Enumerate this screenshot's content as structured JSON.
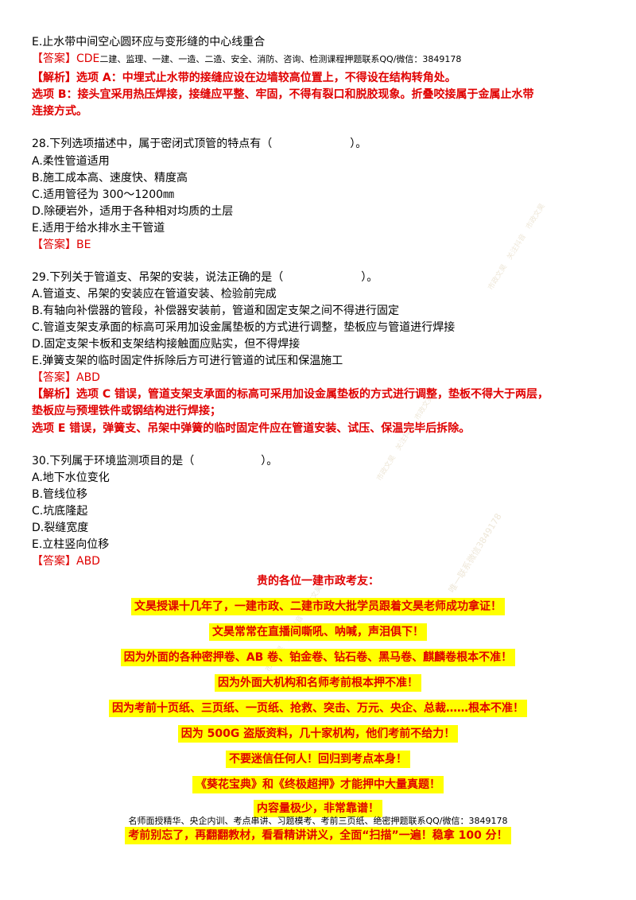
{
  "q27": {
    "option_e": "E.止水带中间空心圆环应与变形缝的中心线重合",
    "answer_label": "【答案】",
    "answer_value": "CDE",
    "answer_note": "二建、监理、一建、一造、二造、安全、消防、咨询、检测课程押题联系QQ/微信：3849178",
    "analysis_1": "【解析】选项 A：中埋式止水带的接缝应设在边墙较高位置上，不得设在结构转角处。",
    "analysis_2": "选项 B：接头宜采用热压焊接，接缝应平整、牢固，不得有裂口和脱胶现象。折叠咬接属于金属止水带",
    "analysis_3": "连接方式。"
  },
  "q28": {
    "stem": "28.下列选项描述中，属于密闭式顶管的特点有（　　　　　　　）。",
    "options": [
      "A.柔性管道适用",
      "B.施工成本高、速度快、精度高",
      "C.适用管径为 300～1200㎜",
      "D.除硬岩外，适用于各种相对均质的土层",
      "E.适用于给水排水主干管道"
    ],
    "answer": "【答案】BE"
  },
  "q29": {
    "stem": "29.下列关于管道支、吊架的安装，说法正确的是（　　　　　　　）。",
    "options": [
      "A.管道支、吊架的安装应在管道安装、检验前完成",
      "B.有轴向补偿器的管段，补偿器安装前，管道和固定支架之间不得进行固定",
      "C.管道支架支承面的标高可采用加设金属垫板的方式进行调整，垫板应与管道进行焊接",
      "D.固定支架卡板和支架结构接触面应贴实，但不得焊接",
      "E.弹簧支架的临时固定件拆除后方可进行管道的试压和保温施工"
    ],
    "answer": "【答案】ABD",
    "analysis_1": "【解析】选项 C 错误，管道支架支承面的标高可采用加设金属垫板的方式进行调整，垫板不得大于两层，",
    "analysis_2": "垫板应与预埋铁件或钢结构进行焊接；",
    "analysis_3": "选项 E 错误，弹簧支、吊架中弹簧的临时固定件应在管道安装、试压、保温完毕后拆除。"
  },
  "q30": {
    "stem": "30.下列属于环境监测项目的是（　　　　　　）。",
    "options": [
      "A.地下水位变化",
      "B.管线位移",
      "C.坑底隆起",
      "D.裂缝宽度",
      "E.立柱竖向位移"
    ],
    "answer": "【答案】ABD"
  },
  "promo": {
    "greeting": "贵的各位一建市政考友：",
    "lines": [
      "文昊授课十几年了，一建市政、二建市政大批学员跟着文昊老师成功拿证！",
      "文昊常常在直播间嘶吼、呐喊，声泪俱下！",
      "因为外面的各种密押卷、AB 卷、铂金卷、钻石卷、黑马卷、麒麟卷根本不准！",
      "因为外面大机构和名师考前根本押不准！",
      "因为考前十页纸、三页纸、一页纸、抢救、突击、万元、央企、总裁……根本不准！",
      "因为 500G 盗版资料，几十家机构，他们考前不给力！",
      "不要迷信任何人！回归到考点本身！",
      "《葵花宝典》和《终极超押》才能押中大量真题！",
      "内容量极少，非常靠谱！"
    ],
    "footer_note": "名师面授精华、央企内训、考点串讲、习题模考、考前三页纸、绝密押题联系QQ/微信：3849178",
    "last_line": "考前别忘了，再翻翻教材，看看精讲讲义，全面“扫描”一遍！稳拿 100 分！"
  },
  "watermark": {
    "text_a": "市政文昊",
    "text_b": "关注抖音",
    "text_c": "唯一联系微信3849178"
  }
}
